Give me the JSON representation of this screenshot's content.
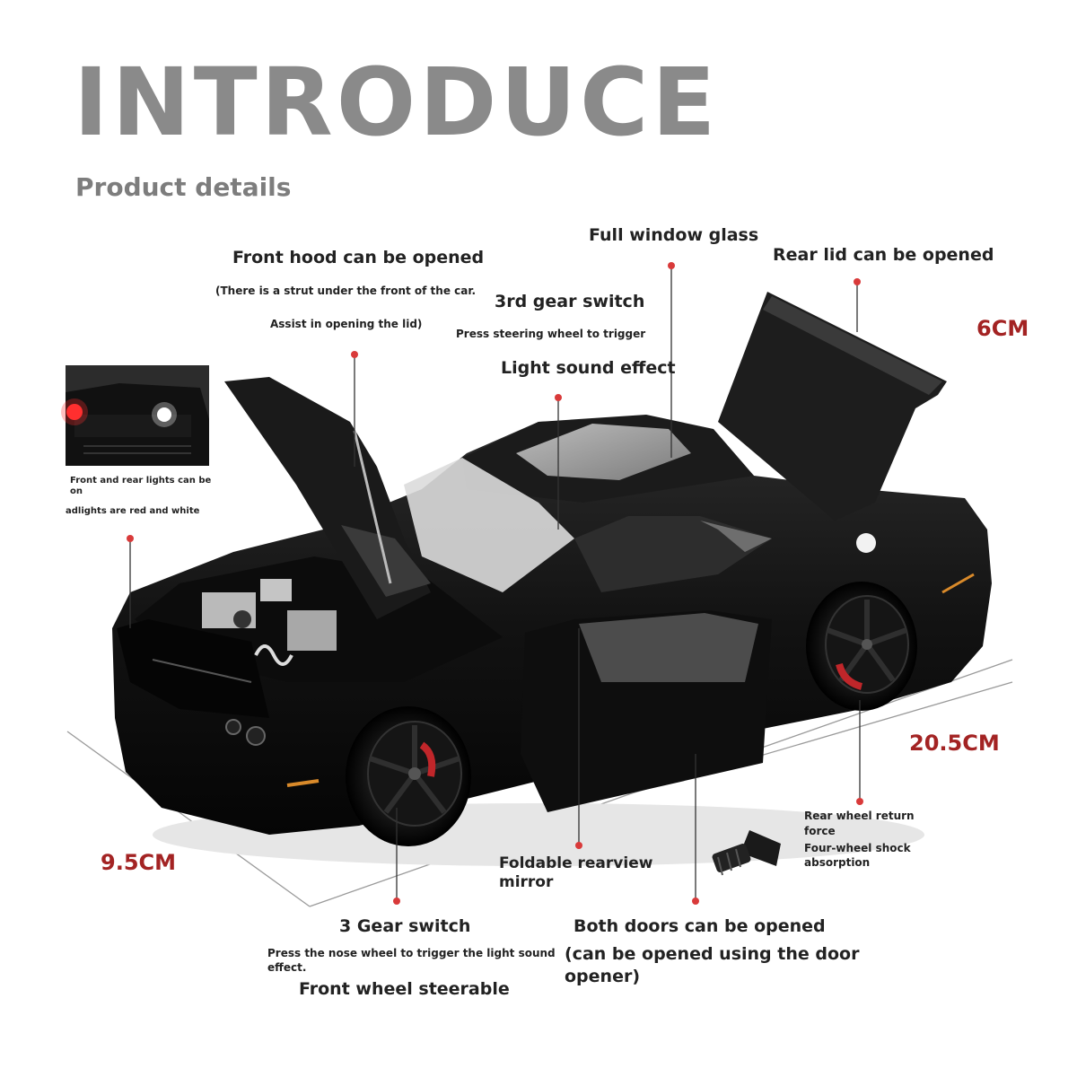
{
  "header": {
    "title": "INTRODUCE",
    "subtitle": "Product details"
  },
  "features": {
    "front_hood": {
      "title": "Front hood can be opened",
      "note1": "(There is a strut under the front of the car.",
      "note2": "Assist in opening the lid)"
    },
    "window_glass": {
      "title": "Full window glass"
    },
    "rear_lid": {
      "title": "Rear lid can be opened"
    },
    "gear_switch_top": {
      "title": "3rd gear switch",
      "note": "Press steering wheel to trigger"
    },
    "light_sound": {
      "title": "Light sound effect"
    },
    "lights": {
      "note1": "Front and rear lights can be",
      "note2": "on",
      "note3": "adlights are red and white"
    },
    "rear_wheel": {
      "line1": "Rear wheel return",
      "line2": "force",
      "line3": "Four-wheel shock",
      "line4": "absorption"
    },
    "mirror": {
      "line1": "Foldable rearview",
      "line2": "mirror"
    },
    "gear_switch_bottom": {
      "title": "3 Gear switch",
      "note1": "Press the nose wheel to trigger the light sound",
      "note2": "effect.",
      "note3": "Front wheel steerable"
    },
    "doors": {
      "title": "Both doors can be opened",
      "note1": "(can be opened using the door",
      "note2": "opener)"
    }
  },
  "dimensions": {
    "height": "6CM",
    "length": "20.5CM",
    "width": "9.5CM"
  },
  "colors": {
    "accent": "#d93a3a",
    "dimension_text": "#a32323",
    "heading_gray": "#8a8a8a",
    "car_body": "#111111"
  }
}
